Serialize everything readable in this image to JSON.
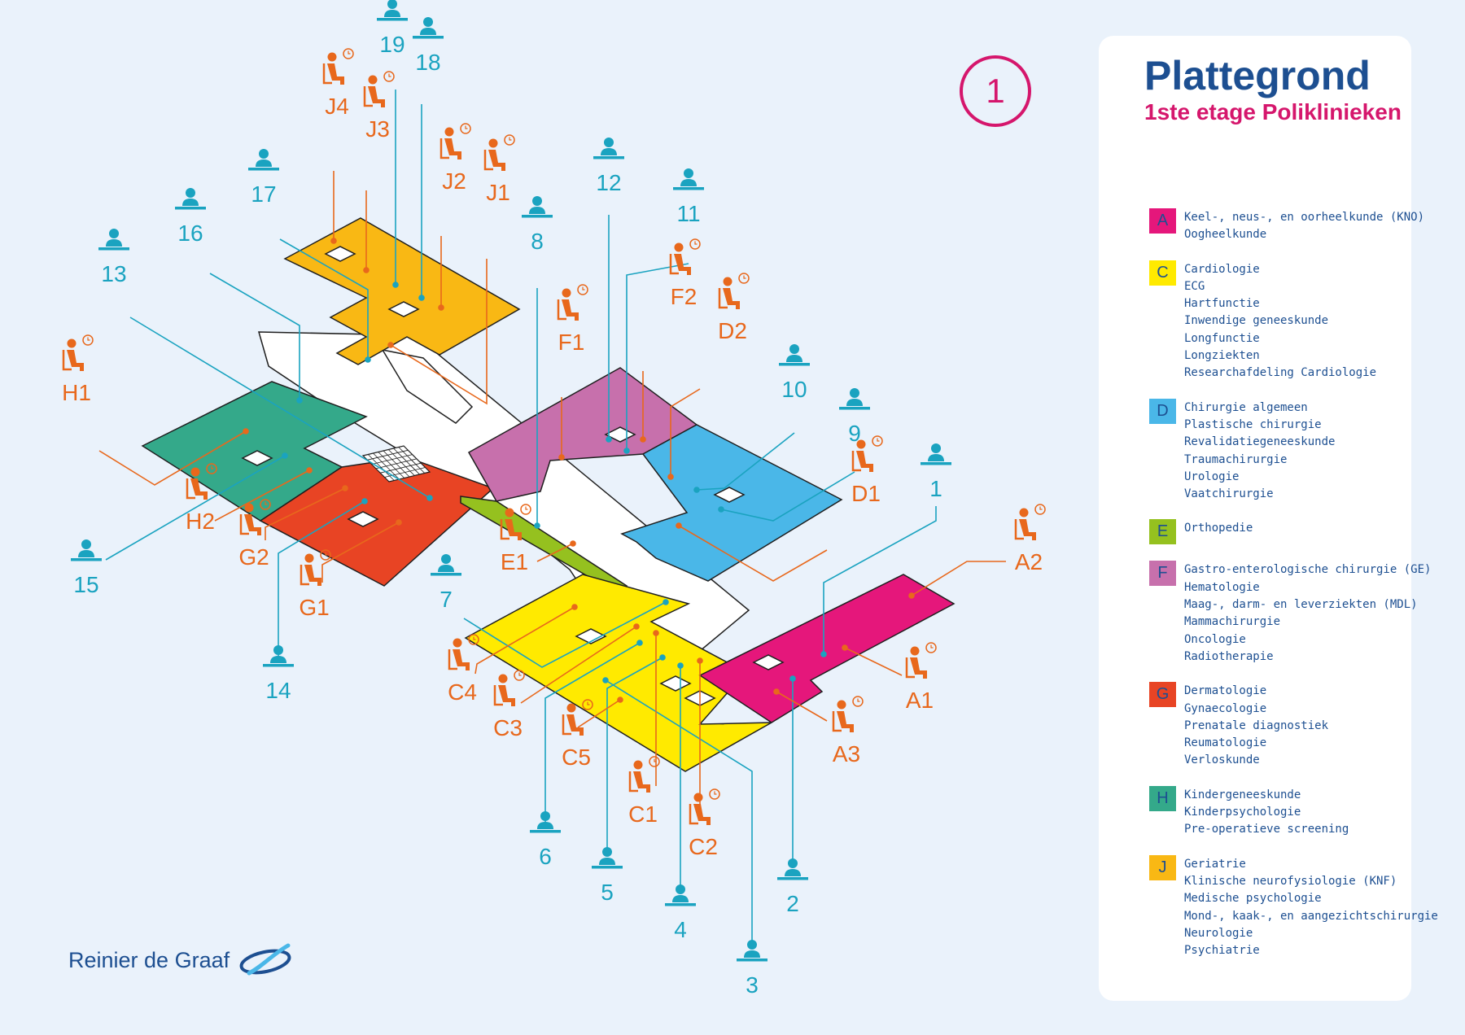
{
  "legend": {
    "title": "Plattegrond",
    "subtitle": "1ste etage Poliklinieken",
    "groups": [
      {
        "letter": "A",
        "color": "#e5177b",
        "items": [
          "Keel-, neus-, en oorheelkunde (KNO)",
          "Oogheelkunde"
        ]
      },
      {
        "letter": "C",
        "color": "#ffea00",
        "items": [
          "Cardiologie",
          "ECG",
          "Hartfunctie",
          "Inwendige geneeskunde",
          "Longfunctie",
          "Longziekten",
          "Researchafdeling Cardiologie"
        ]
      },
      {
        "letter": "D",
        "color": "#4ab7e8",
        "items": [
          "Chirurgie algemeen",
          "Plastische chirurgie",
          "Revalidatiegeneeskunde",
          "Traumachirurgie",
          "Urologie",
          "Vaatchirurgie"
        ]
      },
      {
        "letter": "E",
        "color": "#95c11f",
        "items": [
          "Orthopedie"
        ]
      },
      {
        "letter": "F",
        "color": "#c770ac",
        "items": [
          "Gastro-enterologische chirurgie (GE)",
          "Hematologie",
          "Maag-, darm- en leverziekten (MDL)",
          "Mammachirurgie",
          "Oncologie",
          "Radiotherapie"
        ]
      },
      {
        "letter": "G",
        "color": "#e84424",
        "items": [
          "Dermatologie",
          "Gynaecologie",
          "Prenatale diagnostiek",
          "Reumatologie",
          "Verloskunde"
        ]
      },
      {
        "letter": "H",
        "color": "#34a98a",
        "items": [
          "Kindergeneeskunde",
          "Kinderpsychologie",
          "Pre-operatieve screening"
        ]
      },
      {
        "letter": "J",
        "color": "#f9b814",
        "items": [
          "Geriatrie",
          "Klinische neurofysiologie (KNF)",
          "Medische psychologie",
          "Mond-, kaak-, en aangezichtschirurgie",
          "Neurologie",
          "Psychiatrie"
        ]
      }
    ]
  },
  "floor_number": "1",
  "logo_text": "Reinier de Graaf",
  "colors": {
    "desk": "#1aa3c0",
    "waiting": "#e8681c",
    "corridor": "#ffffff",
    "outline": "#1f1f1f",
    "brand": "#1d4f91",
    "accent": "#d5166c"
  },
  "icons": {
    "desk": "reception-desk-icon",
    "waiting": "waiting-area-icon"
  },
  "desks": [
    "1",
    "2",
    "3",
    "4",
    "5",
    "6",
    "7",
    "8",
    "9",
    "10",
    "11",
    "12",
    "13",
    "14",
    "15",
    "16",
    "17",
    "18",
    "19"
  ],
  "waiting_areas": [
    "A1",
    "A2",
    "A3",
    "C1",
    "C2",
    "C3",
    "C4",
    "C5",
    "D1",
    "D2",
    "E1",
    "F1",
    "F2",
    "G1",
    "G2",
    "H1",
    "H2",
    "J1",
    "J2",
    "J3",
    "J4"
  ]
}
